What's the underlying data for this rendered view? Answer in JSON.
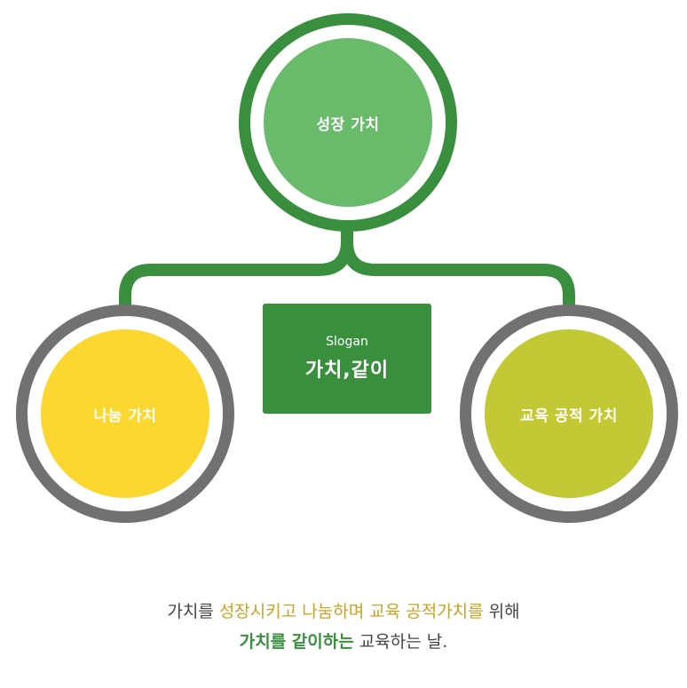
{
  "colors": {
    "green_dark": "#3a8f3f",
    "green_light": "#6aba6b",
    "yellow": "#fbd730",
    "olive": "#c2c934",
    "gray": "#717171",
    "gold_text": "#c9a227"
  },
  "nodes": {
    "top": {
      "label": "성장 가치"
    },
    "left": {
      "label": "나눔 가치"
    },
    "right": {
      "label": "교육 공적 가치"
    }
  },
  "slogan": {
    "caption": "Slogan",
    "text": "가치,같이"
  },
  "description": {
    "line1": [
      {
        "text": "가치를 ",
        "style": "plain"
      },
      {
        "text": "성장시키고 나눔하며 교육 공적가치를",
        "style": "gold"
      },
      {
        "text": " 위해",
        "style": "plain"
      }
    ],
    "line2": [
      {
        "text": "가치를 같이하는",
        "style": "green"
      },
      {
        "text": " 교육하는 날.",
        "style": "plain"
      }
    ]
  }
}
